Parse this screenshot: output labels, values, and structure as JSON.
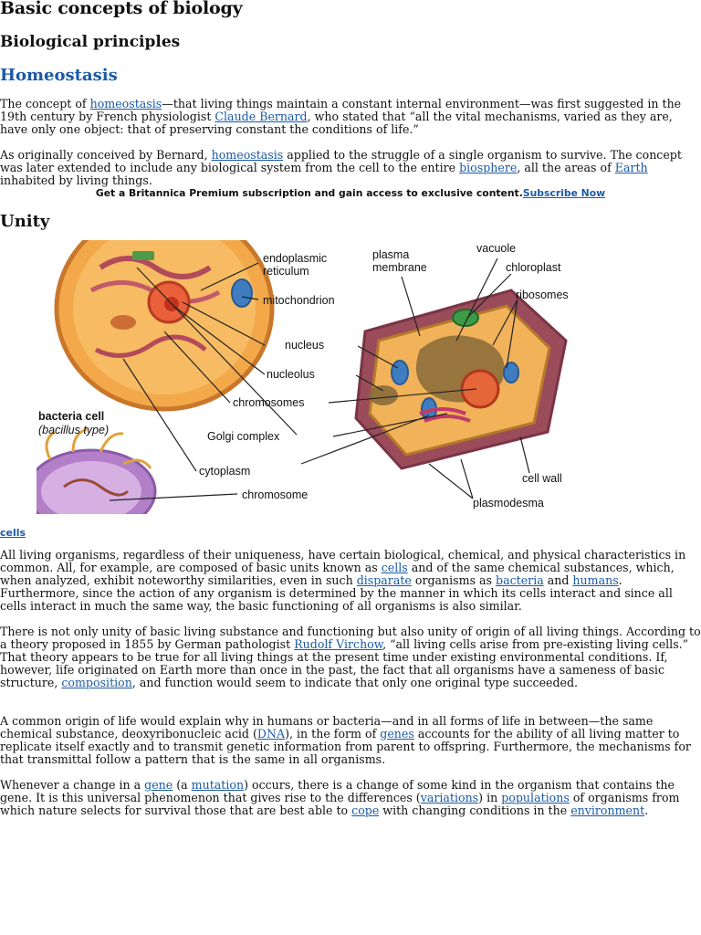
{
  "article": {
    "title": "Basic concepts of biology",
    "section": "Biological principles",
    "homeostasis_heading": "Homeostasis",
    "p1": {
      "t1": "The concept of ",
      "link1": "homeostasis",
      "t2": "—that living things maintain a constant internal environment—was first suggested in the 19th century by French physiologist ",
      "link2": "Claude Bernard",
      "t3": ", who stated that “all the vital mechanisms, varied as they are, have only one object: that of preserving constant the conditions of life.”"
    },
    "p2": {
      "t1": "As originally conceived by Bernard, ",
      "link1": "homeostasis",
      "t2": " applied to the struggle of a single organism to survive. The concept was later extended to include any biological system from the cell to the entire ",
      "link2": "biosphere",
      "t3": ", all the areas of ",
      "link3": "Earth",
      "t4": " inhabited by living things."
    },
    "promo": {
      "text": "Get a Britannica Premium subscription and gain access to exclusive content.",
      "link": "Subscribe Now"
    },
    "unity_heading": "Unity",
    "figure": {
      "labels": {
        "endoplasmic_reticulum": [
          "endoplasmic",
          "reticulum"
        ],
        "mitochondrion": "mitochondrion",
        "nucleus": "nucleus",
        "nucleolus": "nucleolus",
        "chromosomes": "chromosomes",
        "golgi_complex": "Golgi complex",
        "cytoplasm": "cytoplasm",
        "chromosome": "chromosome",
        "plasma_membrane": [
          "plasma",
          "membrane"
        ],
        "vacuole": "vacuole",
        "chloroplast": "chloroplast",
        "ribosomes": "ribosomes",
        "cell_wall": "cell wall",
        "plasmodesma": "plasmodesma",
        "bacteria_cell": "bacteria cell",
        "bacillus_type": "(bacillus type)"
      },
      "caption": "cells"
    },
    "p3": {
      "t1": "All living organisms, regardless of their uniqueness, have certain biological, chemical, and physical characteristics in common. All, for example, are composed of basic units known as ",
      "link1": "cells",
      "t2": " and of the same chemical substances, which, when analyzed, exhibit noteworthy similarities, even in such ",
      "link2": "disparate",
      "t3": " organisms as ",
      "link3": "bacteria",
      "t4": " and ",
      "link4": "humans",
      "t5": ". Furthermore, since the action of any organism is determined by the manner in which its cells interact and since all cells interact in much the same way, the basic functioning of all organisms is also similar."
    },
    "p4": {
      "t1": "There is not only unity of basic living substance and functioning but also unity of origin of all living things. According to a theory proposed in 1855 by German pathologist ",
      "link1": "Rudolf Virchow",
      "t2": ", “all living cells arise from pre-existing living cells.” That theory appears to be true for all living things at the present time under existing environmental conditions. If, however, life originated on Earth more than once in the past, the fact that all organisms have a sameness of basic structure, ",
      "link2": "composition",
      "t3": ", and function would seem to indicate that only one original type succeeded."
    },
    "p5": {
      "t1": "A common origin of life would explain why in humans or bacteria—and in all forms of life in between—the same chemical substance, deoxyribonucleic acid (",
      "link1": "DNA",
      "t2": "), in the form of ",
      "link2": "genes",
      "t3": " accounts for the ability of all living matter to replicate itself exactly and to transmit genetic information from parent to offspring. Furthermore, the mechanisms for that transmittal follow a pattern that is the same in all organisms."
    },
    "p6": {
      "t1": "Whenever a change in a ",
      "link1": "gene",
      "t2": " (a ",
      "link2": "mutation",
      "t3": ") occurs, there is a change of some kind in the organism that contains the gene. It is this universal phenomenon that gives rise to the differences (",
      "link3": "variations",
      "t4": ") in ",
      "link4": "populations",
      "t5": " of organisms from which nature selects for survival those that are best able to ",
      "link5": "cope",
      "t6": " with changing conditions in the ",
      "link6": "environment",
      "t7": "."
    }
  },
  "colors": {
    "link": "#1a5aa6",
    "text": "#111111"
  }
}
